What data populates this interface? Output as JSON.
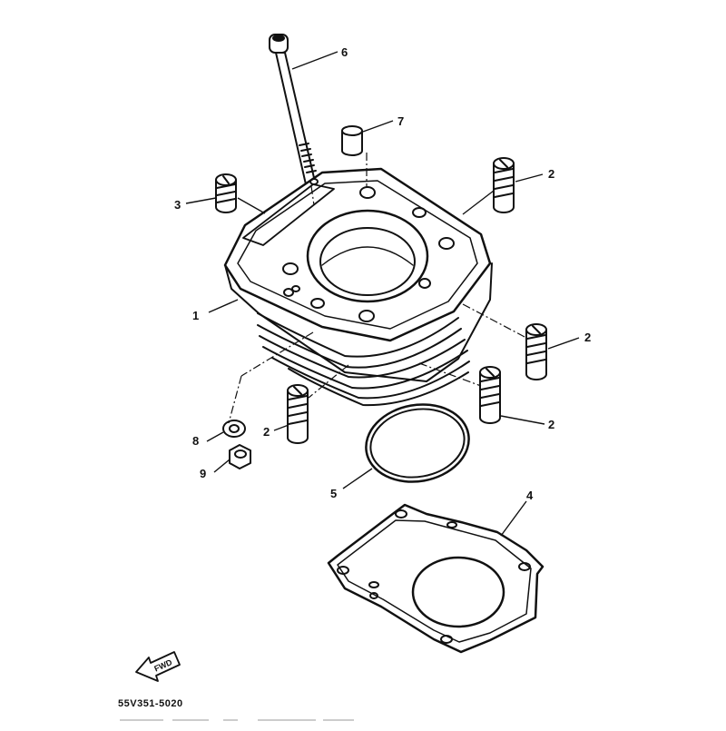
{
  "figure": {
    "part_number": "55V351-5020",
    "fwd_label": "FWD",
    "ink_color": "#111111",
    "paper_color": "#ffffff"
  },
  "callouts": {
    "c1": "1",
    "c2a": "2",
    "c2b": "2",
    "c2c": "2",
    "c2d": "2",
    "c3": "3",
    "c4": "4",
    "c5": "5",
    "c6": "6",
    "c7": "7",
    "c8": "8",
    "c9": "9"
  }
}
